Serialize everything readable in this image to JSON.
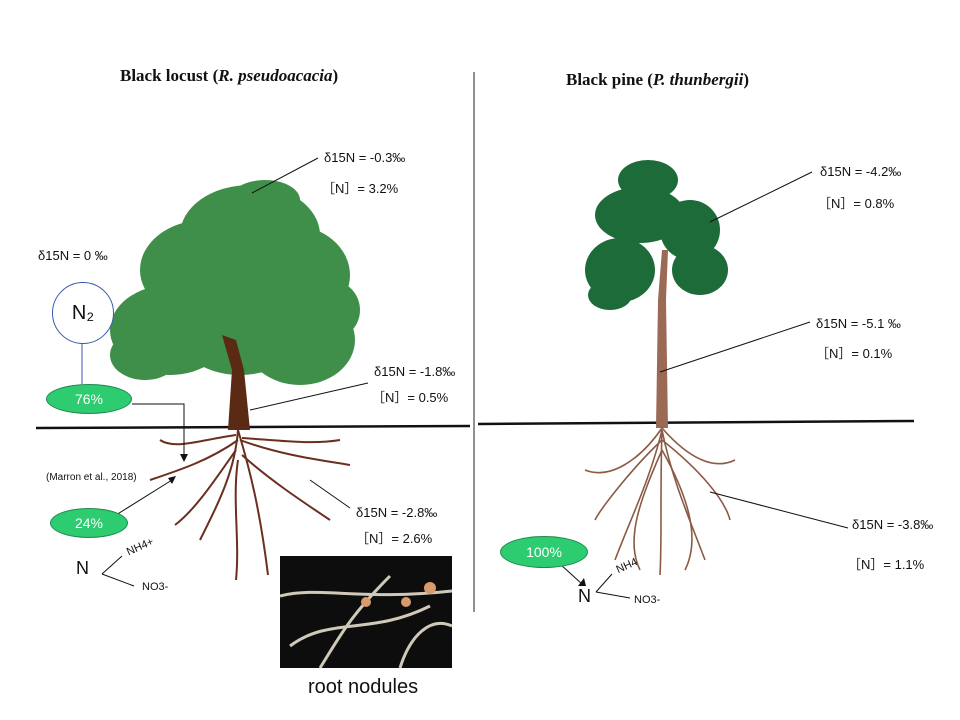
{
  "left": {
    "title_common": "Black locust",
    "title_latin": "R. pseudoacacia",
    "canopy": {
      "delta": "δ15N = -0.3‰",
      "n": "［N］= 3.2%"
    },
    "stem": {
      "delta": "δ15N = -1.8‰",
      "n": "［N］= 0.5%"
    },
    "root": {
      "delta": "δ15N = -2.8‰",
      "n": "［N］= 2.6%"
    },
    "atmosphere": {
      "delta": "δ15N = 0 ‰",
      "n2": "N₂"
    },
    "fixation_pct": "76%",
    "soil_pct": "24%",
    "citation": "(Marron et al., 2018)",
    "soil_n": "N",
    "nh4": "NH4+",
    "no3": "NO3-",
    "nodules_caption": "root nodules"
  },
  "right": {
    "title_common": "Black pine",
    "title_latin": "P. thunbergii",
    "canopy": {
      "delta": "δ15N = -4.2‰",
      "n": "［N］= 0.8%"
    },
    "stem": {
      "delta": "δ15N = -5.1 ‰",
      "n": "［N］= 0.1%"
    },
    "root": {
      "delta": "δ15N = -3.8‰",
      "n": "［N］= 1.1%"
    },
    "soil_pct": "100%",
    "soil_n": "N",
    "nh4": "NH4",
    "no3": "NO3-"
  },
  "colors": {
    "locust_canopy": "#3f8f4a",
    "pine_canopy": "#1e6b3a",
    "locust_trunk": "#5a2a14",
    "pine_trunk": "#9a6a55",
    "oval_fill": "#2ecc71"
  }
}
